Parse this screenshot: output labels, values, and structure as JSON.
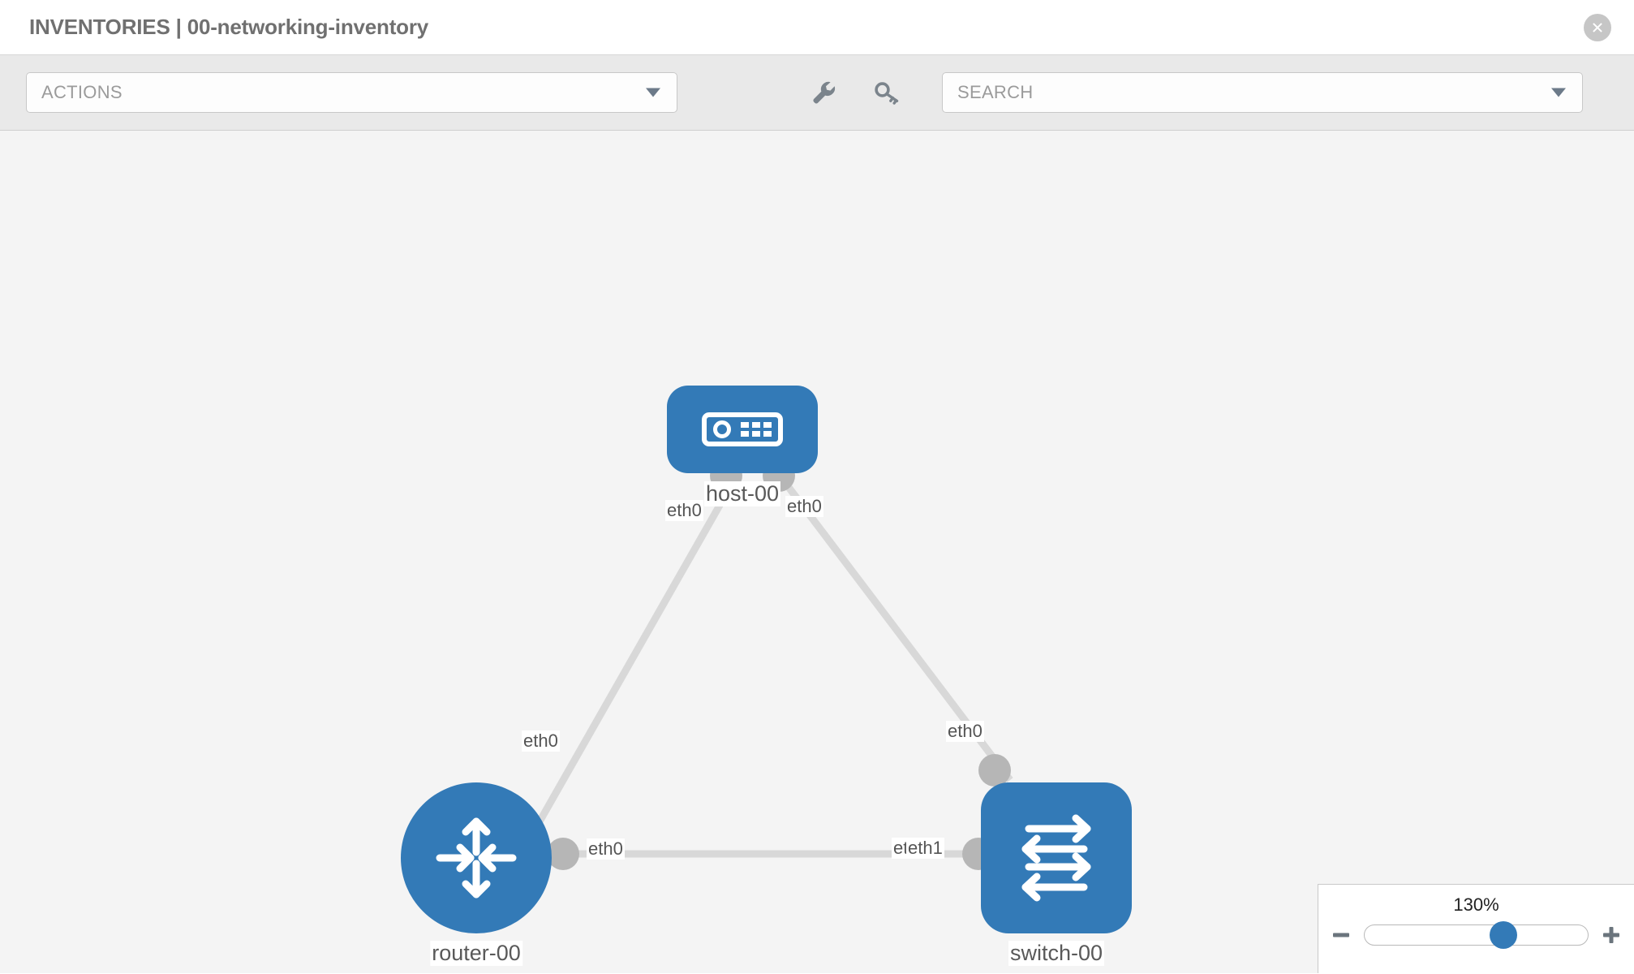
{
  "header": {
    "title": "INVENTORIES | 00-networking-inventory",
    "close_icon": "close-circle-icon"
  },
  "toolbar": {
    "actions_placeholder": "ACTIONS",
    "search_placeholder": "SEARCH",
    "wrench_icon": "wrench-icon",
    "key_icon": "key-icon",
    "caret_icon": "chevron-down-icon"
  },
  "topology": {
    "nodes": [
      {
        "id": "host-00",
        "label": "host-00",
        "type": "host",
        "icon": "server-icon",
        "shape": "rounded-rect"
      },
      {
        "id": "router-00",
        "label": "router-00",
        "type": "router",
        "icon": "router-icon",
        "shape": "circle"
      },
      {
        "id": "switch-00",
        "label": "switch-00",
        "type": "switch",
        "icon": "switch-icon",
        "shape": "rounded-square"
      }
    ],
    "edges": [
      {
        "from": "host-00",
        "to": "router-00",
        "from_port": "eth0",
        "to_port": "eth0"
      },
      {
        "from": "host-00",
        "to": "switch-00",
        "from_port": "eth0",
        "to_port": "eth0"
      },
      {
        "from": "router-00",
        "to": "switch-00",
        "from_port": "eth0",
        "to_port": "eth1"
      }
    ],
    "edge_labels": {
      "host_left": "eth0",
      "host_right": "eth0",
      "router_up": "eth0",
      "switch_up": "eth0",
      "router_right": "eth0",
      "switch_left_a": "eth",
      "switch_left_b": "eth1"
    }
  },
  "zoom_control": {
    "value_label": "130%",
    "minus_label": "minus-icon",
    "plus_label": "plus-icon",
    "thumb_position_pct": 62
  },
  "colors": {
    "accent": "#337ab7",
    "canvas_bg": "#f4f4f4",
    "toolbar_bg": "#e9e9e9",
    "port": "#b6b6b6",
    "edge": "#d8d8d8",
    "title_text": "#707070"
  }
}
